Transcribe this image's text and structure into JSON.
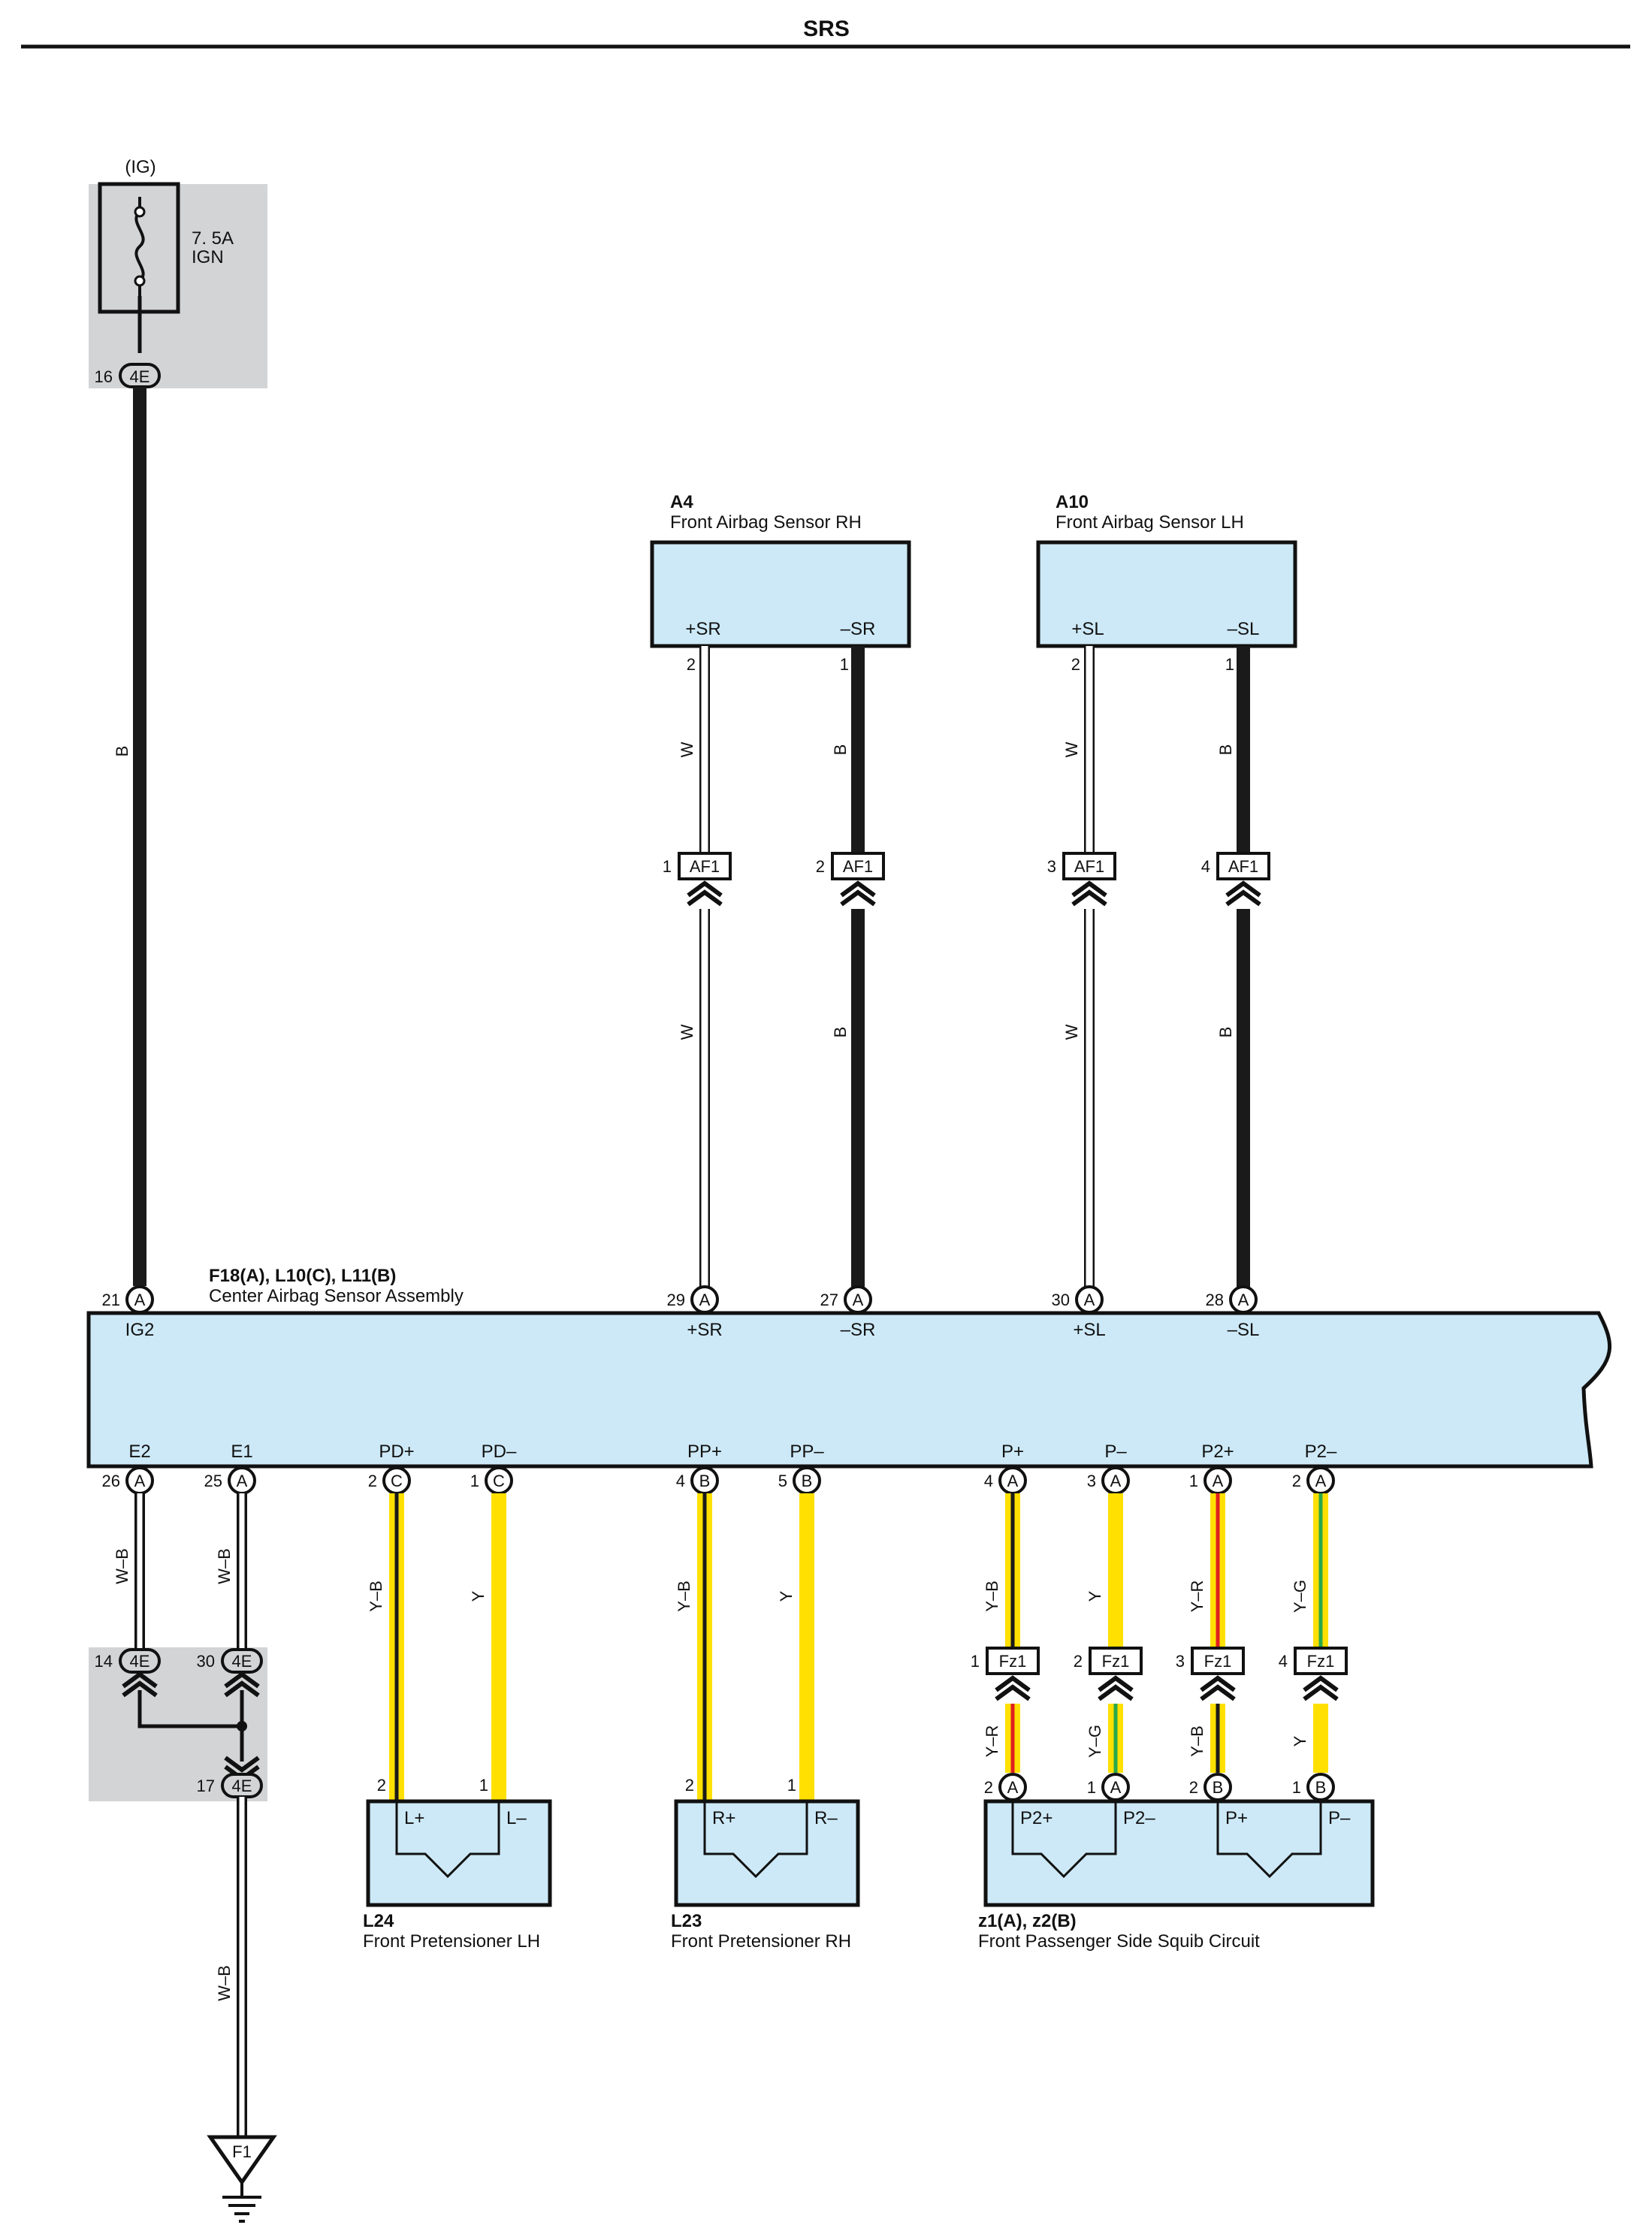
{
  "header": {
    "title": "SRS"
  },
  "colors": {
    "component_fill": "#cde9f7",
    "junction_fill": "#d3d4d6",
    "wire_black": "#1a1a1a",
    "wire_yellow": "#ffe000",
    "wire_red": "#e02020",
    "wire_green": "#2aa84a"
  },
  "fuse": {
    "source": "(IG)",
    "rating": "7. 5A",
    "name": "IGN",
    "pin": "16",
    "connector": "4E"
  },
  "sensor_rh": {
    "code": "A4",
    "name": "Front Airbag Sensor RH",
    "term_pos": "+SR",
    "term_neg": "–SR",
    "pin_pos": "2",
    "pin_neg": "1"
  },
  "sensor_lh": {
    "code": "A10",
    "name": "Front Airbag Sensor LH",
    "term_pos": "+SL",
    "term_neg": "–SL",
    "pin_pos": "2",
    "pin_neg": "1"
  },
  "af1": {
    "name": "AF1",
    "pins": [
      "1",
      "2",
      "3",
      "4"
    ]
  },
  "center": {
    "code": "F18(A), L10(C), L11(B)",
    "name": "Center Airbag Sensor Assembly",
    "top_terms": [
      {
        "pin": "21",
        "conn": "A",
        "term": "IG2"
      },
      {
        "pin": "29",
        "conn": "A",
        "term": "+SR"
      },
      {
        "pin": "27",
        "conn": "A",
        "term": "–SR"
      },
      {
        "pin": "30",
        "conn": "A",
        "term": "+SL"
      },
      {
        "pin": "28",
        "conn": "A",
        "term": "–SL"
      }
    ],
    "bottom_terms": [
      {
        "pin": "26",
        "conn": "A",
        "term": "E2"
      },
      {
        "pin": "25",
        "conn": "A",
        "term": "E1"
      },
      {
        "pin": "2",
        "conn": "C",
        "term": "PD+"
      },
      {
        "pin": "1",
        "conn": "C",
        "term": "PD–"
      },
      {
        "pin": "4",
        "conn": "B",
        "term": "PP+"
      },
      {
        "pin": "5",
        "conn": "B",
        "term": "PP–"
      },
      {
        "pin": "4",
        "conn": "A",
        "term": "P+"
      },
      {
        "pin": "3",
        "conn": "A",
        "term": "P–"
      },
      {
        "pin": "1",
        "conn": "A",
        "term": "P2+"
      },
      {
        "pin": "2",
        "conn": "A",
        "term": "P2–"
      }
    ]
  },
  "wires": {
    "ig2": "B",
    "sr_pos_upper": "W",
    "sr_neg_upper": "B",
    "sl_pos_upper": "W",
    "sl_neg_upper": "B",
    "sr_pos_lower": "W",
    "sr_neg_lower": "B",
    "sl_pos_lower": "W",
    "sl_neg_lower": "B",
    "e2": "W–B",
    "e1": "W–B",
    "ground": "W–B",
    "pd_pos": "Y–B",
    "pd_neg": "Y",
    "pp_pos": "Y–B",
    "pp_neg": "Y",
    "p_pos": "Y–B",
    "p_neg": "Y",
    "p2_pos": "Y–R",
    "p2_neg": "Y–G",
    "z_p2_pos": "Y–R",
    "z_p2_neg": "Y–G",
    "z_p_pos": "Y–B",
    "z_p_neg": "Y"
  },
  "junction_bottom": {
    "pin_e2": "14",
    "pin_e1": "30",
    "pin_out": "17",
    "connector": "4E"
  },
  "fz1": {
    "name": "Fz1",
    "pins": [
      "1",
      "2",
      "3",
      "4"
    ]
  },
  "ground": {
    "name": "F1"
  },
  "pretensioner_lh": {
    "code": "L24",
    "name": "Front Pretensioner LH",
    "term_pos": "L+",
    "term_neg": "L–",
    "pin_pos": "2",
    "pin_neg": "1"
  },
  "pretensioner_rh": {
    "code": "L23",
    "name": "Front Pretensioner RH",
    "term_pos": "R+",
    "term_neg": "R–",
    "pin_pos": "2",
    "pin_neg": "1"
  },
  "squib": {
    "code": "z1(A), z2(B)",
    "name": "Front Passenger Side Squib Circuit",
    "terms": [
      {
        "pin": "2",
        "conn": "A",
        "term": "P2+"
      },
      {
        "pin": "1",
        "conn": "A",
        "term": "P2–"
      },
      {
        "pin": "2",
        "conn": "B",
        "term": "P+"
      },
      {
        "pin": "1",
        "conn": "B",
        "term": "P–"
      }
    ]
  }
}
